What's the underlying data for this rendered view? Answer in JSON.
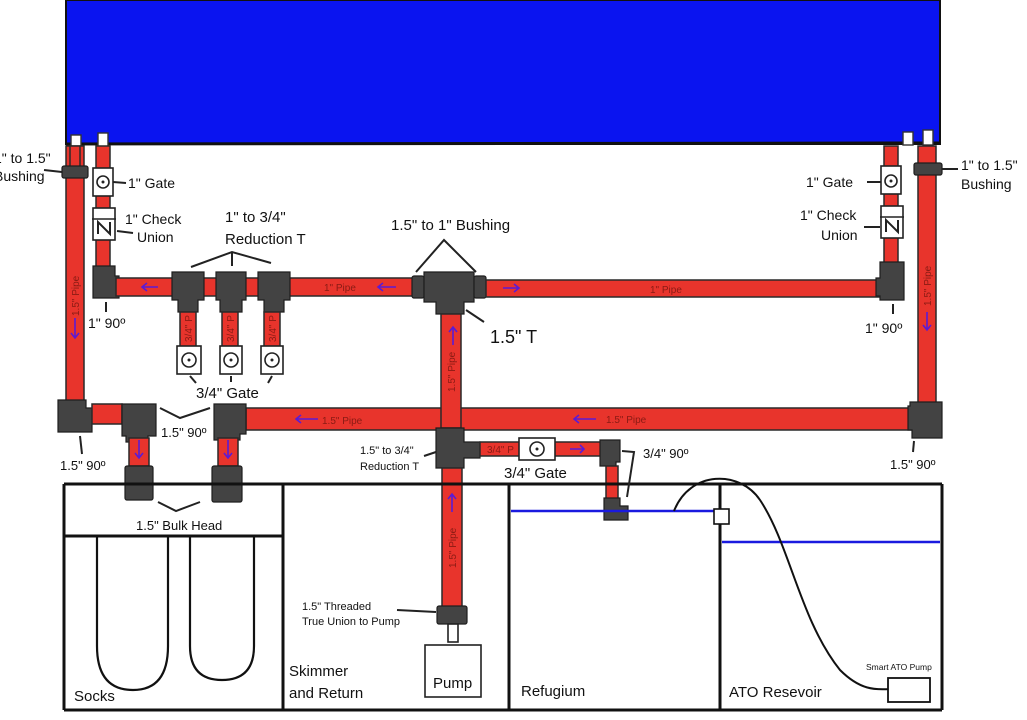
{
  "diagram": {
    "title": "Aquarium sump plumbing diagram",
    "colors": {
      "tank": "#0a14f0",
      "pipe": "#e8342c",
      "fitting": "#434343",
      "water_line": "#1a1adf",
      "flow_arrow": "#5a1bd6"
    },
    "labels": {
      "left_bushing": "1\" to 1.5\"\nBushing",
      "left_gate": "1\" Gate",
      "left_check": "1\" Check\nUnion",
      "left_1in_90": "1\" 90º",
      "reduction_t": "1\" to 3/4\"\nReduction T",
      "bushing_1_5_to_1": "1.5\" to 1\" Bushing",
      "tee_1_5": "1.5\" T",
      "gate_3_4_group": "3/4\" Gate",
      "left_1_5_90": "1.5\" 90º",
      "inner_1_5_90": "1.5\" 90º",
      "bulk_head": "1.5\" Bulk Head",
      "reduction_t_3_4": "1.5\" to 3/4\"\nReduction T",
      "gate_3_4_single": "3/4\" Gate",
      "elbow_3_4_90": "3/4\" 90º",
      "right_1_5_90": "1.5\" 90º",
      "right_gate": "1\" Gate",
      "right_check": "1\" Check\nUnion",
      "right_bushing": "1\" to 1.5\"\nBushing",
      "right_1in_90": "1\" 90º",
      "true_union": "1.5\" Threaded\nTrue Union to Pump",
      "pump": "Pump",
      "ato_pump": "Smart ATO Pump"
    },
    "pipe_labels": {
      "one_inch_left": "1\" Pipe",
      "one_inch_right": "1\" Pipe",
      "one_five_left_vertical": "1.5\" Pipe",
      "one_five_right_vertical": "1.5\" Pipe",
      "one_five_center_vertical": "1.5\" Pipe",
      "one_five_return_vertical": "1.5\" Pipe",
      "one_five_horizontal_left": "1.5\" Pipe",
      "one_five_horizontal_right": "1.5\" Pipe",
      "three_quarter_branch": "3/4\" P",
      "three_quarter_drop": "3/4\" P"
    },
    "sections": [
      {
        "name": "Socks"
      },
      {
        "name": "Skimmer\nand Return"
      },
      {
        "name": "Refugium"
      },
      {
        "name": "ATO Resevoir"
      }
    ]
  }
}
